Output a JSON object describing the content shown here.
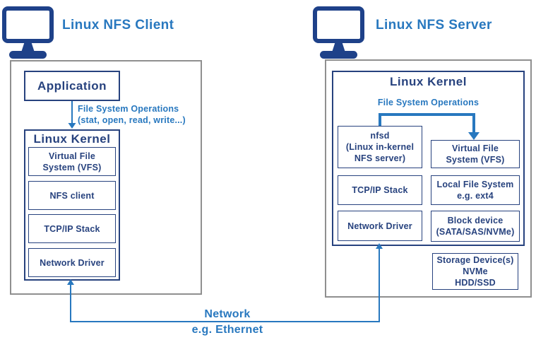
{
  "colors": {
    "navy": "#27427e",
    "accent": "#2878bf",
    "outline_gray": "#8f8f8f",
    "icon_navy": "#1e4189"
  },
  "client": {
    "title": "Linux NFS Client",
    "application_label": "Application",
    "fs_ops_label": "File System Operations\n(stat, open, read, write...)",
    "kernel_title": "Linux Kernel",
    "layers": [
      {
        "label": "Virtual File\nSystem (VFS)"
      },
      {
        "label": "NFS client"
      },
      {
        "label": "TCP/IP Stack"
      },
      {
        "label": "Network Driver"
      }
    ]
  },
  "server": {
    "title": "Linux NFS Server",
    "kernel_title": "Linux Kernel",
    "fs_ops_label": "File System Operations",
    "left_column": [
      {
        "label": "nfsd\n(Linux in-kernel\nNFS server)"
      },
      {
        "label": "TCP/IP Stack"
      },
      {
        "label": "Network Driver"
      }
    ],
    "right_column": [
      {
        "label": "Virtual File\nSystem (VFS)"
      },
      {
        "label": "Local File System\ne.g. ext4"
      },
      {
        "label": "Block device\n(SATA/SAS/NVMe)"
      }
    ],
    "storage_label": "Storage Device(s)\nNVMe\nHDD/SSD"
  },
  "network": {
    "label_top": "Network",
    "label_bottom": "e.g. Ethernet"
  }
}
